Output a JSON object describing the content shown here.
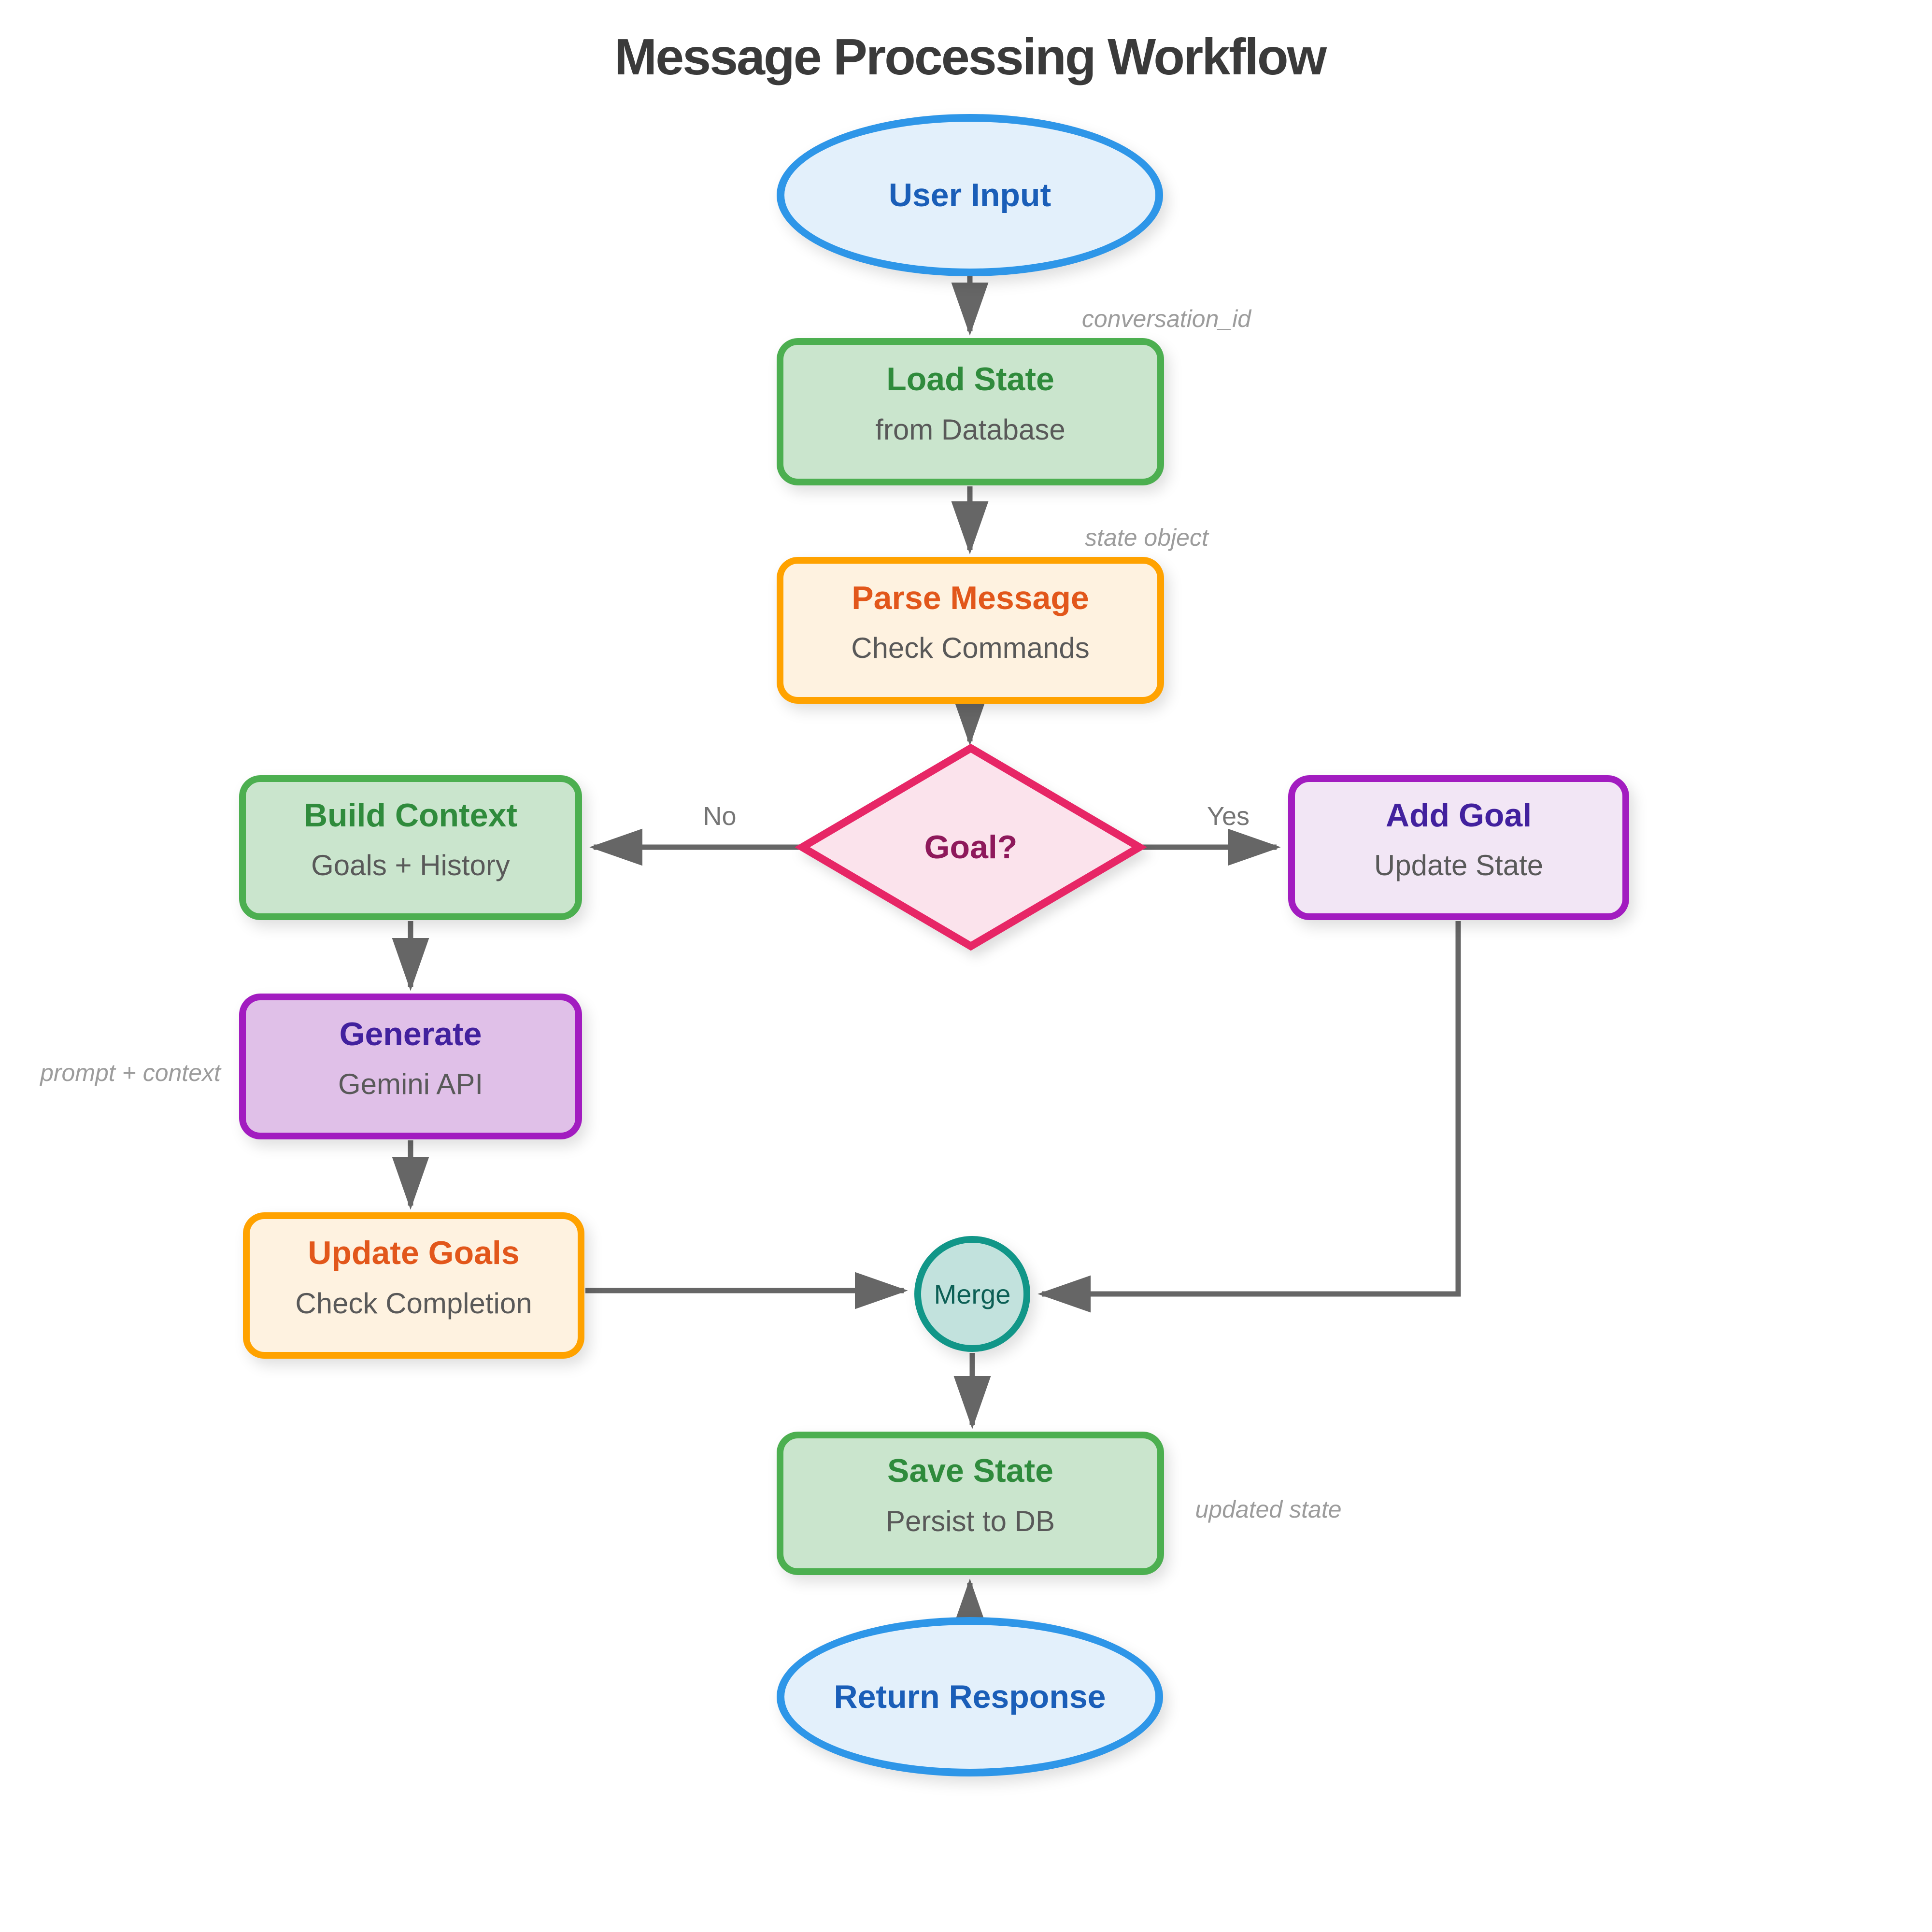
{
  "title": "Message Processing Workflow",
  "nodes": {
    "user_input": {
      "label": "User Input",
      "shape": "ellipse"
    },
    "load_state": {
      "title": "Load State",
      "subtitle": "from Database",
      "shape": "rect"
    },
    "parse_message": {
      "title": "Parse Message",
      "subtitle": "Check Commands",
      "shape": "rect"
    },
    "goal_decision": {
      "label": "Goal?",
      "shape": "diamond"
    },
    "build_context": {
      "title": "Build Context",
      "subtitle": "Goals + History",
      "shape": "rect"
    },
    "add_goal": {
      "title": "Add Goal",
      "subtitle": "Update State",
      "shape": "rect"
    },
    "generate": {
      "title": "Generate",
      "subtitle": "Gemini API",
      "shape": "rect"
    },
    "update_goals": {
      "title": "Update Goals",
      "subtitle": "Check Completion",
      "shape": "rect"
    },
    "merge": {
      "label": "Merge",
      "shape": "circle"
    },
    "save_state": {
      "title": "Save State",
      "subtitle": "Persist to DB",
      "shape": "rect"
    },
    "return_response": {
      "label": "Return Response",
      "shape": "ellipse"
    }
  },
  "edge_labels": {
    "conversation_id": "conversation_id",
    "state_object": "state object",
    "no": "No",
    "yes": "Yes",
    "prompt_context": "prompt + context",
    "updated_state": "updated state"
  },
  "edges": [
    {
      "from": "user_input",
      "to": "load_state",
      "label": "conversation_id"
    },
    {
      "from": "load_state",
      "to": "parse_message",
      "label": "state object"
    },
    {
      "from": "parse_message",
      "to": "goal_decision"
    },
    {
      "from": "goal_decision",
      "to": "build_context",
      "label": "No"
    },
    {
      "from": "goal_decision",
      "to": "add_goal",
      "label": "Yes"
    },
    {
      "from": "build_context",
      "to": "generate",
      "label": "prompt + context"
    },
    {
      "from": "generate",
      "to": "update_goals"
    },
    {
      "from": "update_goals",
      "to": "merge"
    },
    {
      "from": "add_goal",
      "to": "merge"
    },
    {
      "from": "merge",
      "to": "save_state"
    },
    {
      "from": "return_response",
      "to": "save_state",
      "label": "updated state"
    }
  ],
  "colors": {
    "background": "#ffffff",
    "arrow": "#666666",
    "title_text": "#3a3a3a",
    "edge_label_text": "#9c9c9c",
    "branch_label_text": "#757575",
    "blue_fill": "#e3f0fb",
    "blue_border": "#2e96e8",
    "blue_text": "#1a5eb8",
    "green_fill": "#cae5cd",
    "green_border": "#4caf50",
    "green_text": "#2f8b3c",
    "cream_fill": "#fef2e0",
    "cream_border": "#ffa200",
    "cream_text": "#e2571b",
    "pink_fill": "#fbe3ec",
    "pink_border": "#e72566",
    "pink_text": "#8e195b",
    "lilac_fill": "#f2e6f5",
    "lavender_fill": "#e0c0e8",
    "purple_border": "#a21cc0",
    "purple_text": "#42219e",
    "teal_fill": "#c2e2dd",
    "teal_border": "#119688",
    "teal_text": "#0c5f55",
    "subtitle_text": "#595959"
  }
}
